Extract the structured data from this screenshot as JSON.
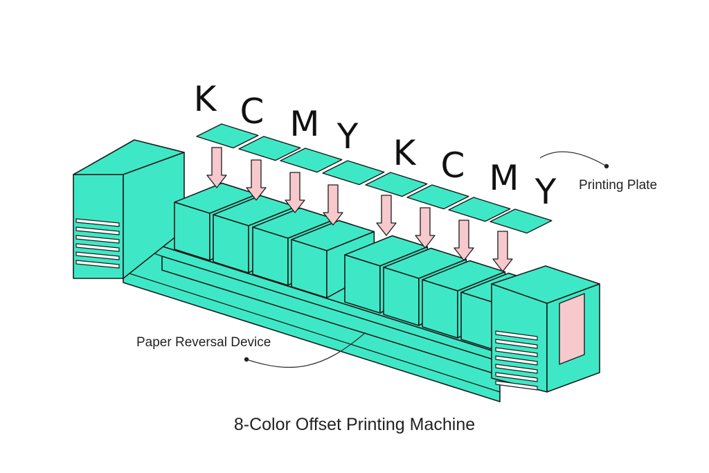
{
  "diagram": {
    "caption": "8-Color Offset Printing Machine",
    "labels": {
      "printing_plate": "Printing Plate",
      "paper_reversal_device": "Paper Reversal Device"
    },
    "colors": [
      "K",
      "C",
      "M",
      "Y",
      "K",
      "C",
      "M",
      "Y"
    ],
    "palette": {
      "machine": "#3EE8C6",
      "outline": "#1A1A1A",
      "arrow": "#F7C8CC",
      "panel": "#F7C8CC"
    }
  }
}
